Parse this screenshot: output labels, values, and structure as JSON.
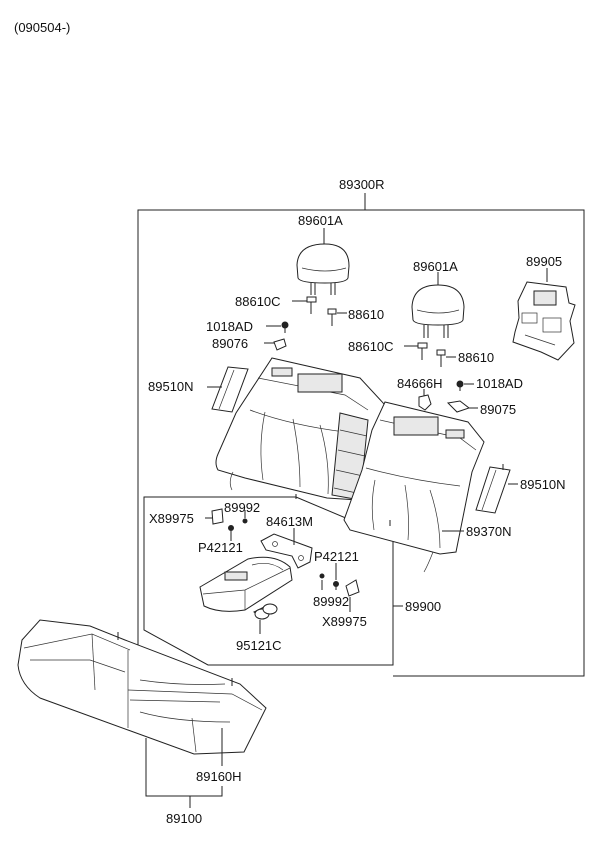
{
  "date_code": "(090504-)",
  "labels": {
    "p89300R": "89300R",
    "p89601A_1": "89601A",
    "p89601A_2": "89601A",
    "p89905": "89905",
    "p88610C_1": "88610C",
    "p88610_1": "88610",
    "p1018AD_1": "1018AD",
    "p89076": "89076",
    "p88610C_2": "88610C",
    "p88610_2": "88610",
    "p84666H": "84666H",
    "p1018AD_2": "1018AD",
    "p89510N_1": "89510N",
    "p89075": "89075",
    "p89510N_2": "89510N",
    "p89370N": "89370N",
    "pX89975_1": "X89975",
    "p89992_1": "89992",
    "p84613M": "84613M",
    "pP42121_1": "P42121",
    "pP42121_2": "P42121",
    "p89992_2": "89992",
    "pX89975_2": "X89975",
    "p89900": "89900",
    "p95121C": "95121C",
    "p89160H": "89160H",
    "p89100": "89100"
  }
}
